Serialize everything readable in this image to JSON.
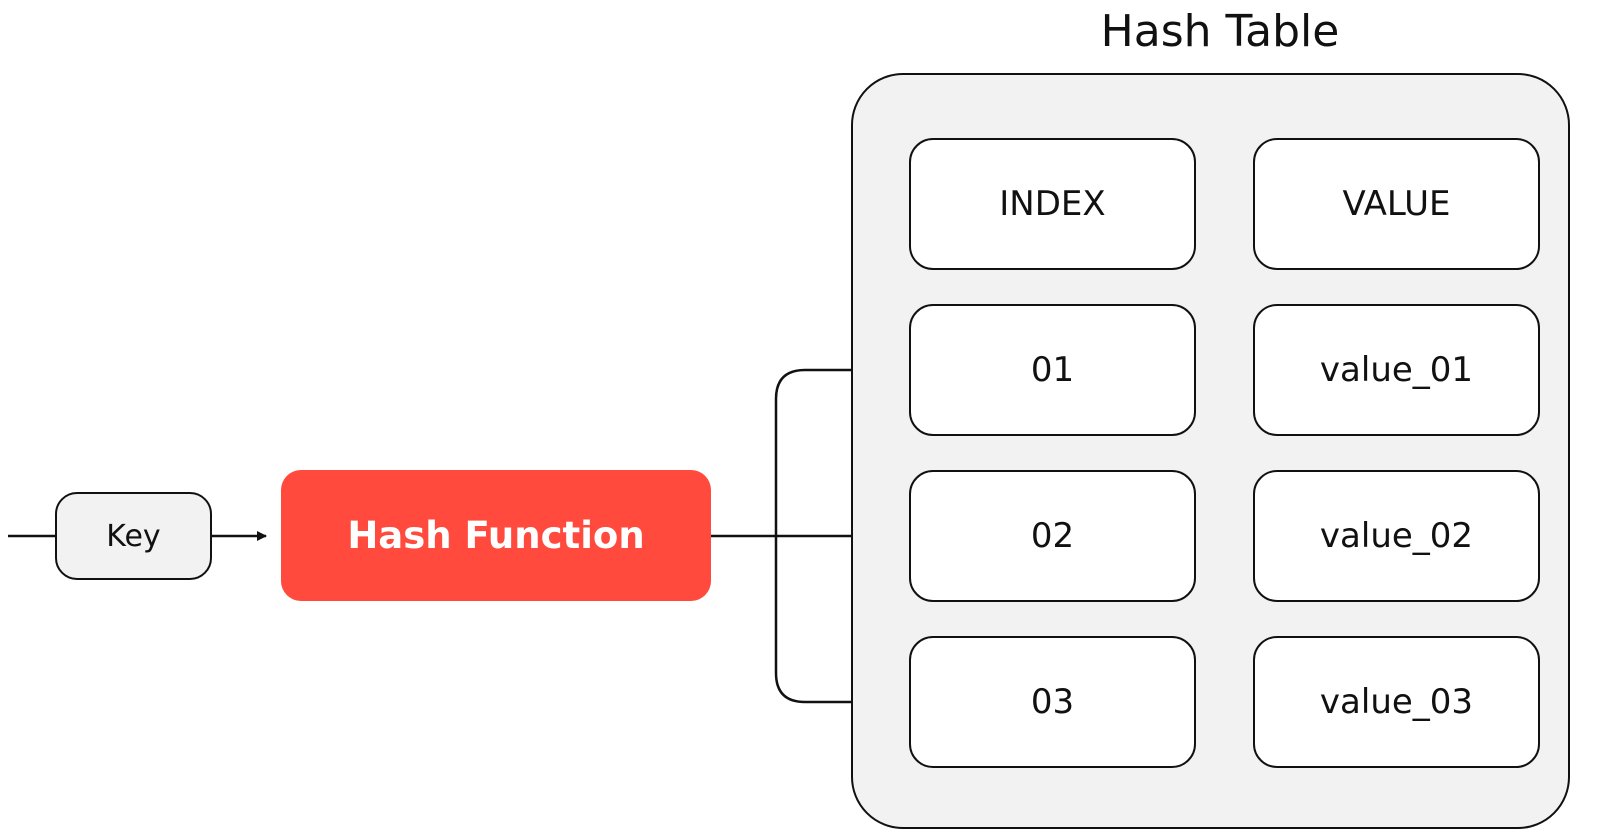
{
  "diagram": {
    "input": {
      "label": "Key"
    },
    "function": {
      "label": "Hash Function",
      "color": "#ff4a3d"
    },
    "table": {
      "title": "Hash Table",
      "headers": {
        "index": "INDEX",
        "value": "VALUE"
      },
      "rows": [
        {
          "index": "01",
          "value": "value_01"
        },
        {
          "index": "02",
          "value": "value_02"
        },
        {
          "index": "03",
          "value": "value_03"
        }
      ]
    }
  }
}
